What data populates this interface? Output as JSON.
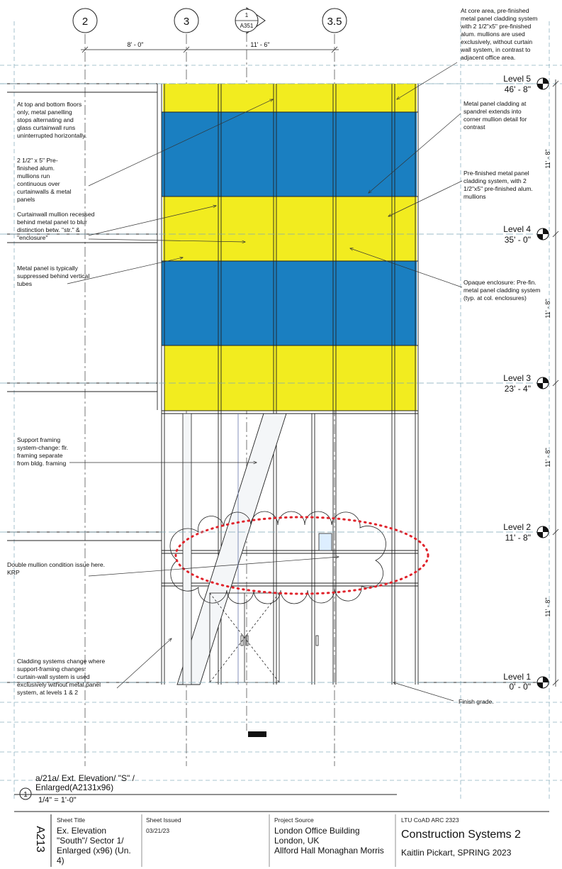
{
  "grid_lines": [
    "2",
    "3",
    "3.5"
  ],
  "section_marker": {
    "number": "1",
    "sheet": "A351"
  },
  "dimensions": {
    "span_2_3": "8' - 0\"",
    "span_3_35": "11' - 6\""
  },
  "levels": [
    {
      "name": "Level 5",
      "elevation": "46' - 8\""
    },
    {
      "name": "Level 4",
      "elevation": "35' - 0\""
    },
    {
      "name": "Level 3",
      "elevation": "23' - 4\""
    },
    {
      "name": "Level 2",
      "elevation": "11' - 8\""
    },
    {
      "name": "Level 1",
      "elevation": "0' - 0\""
    }
  ],
  "floor_heights": [
    "11' - 8\"",
    "11' - 8\"",
    "11' - 8\"",
    "11' - 8\""
  ],
  "notes": {
    "top_bottom": "At top and bottom floors only, metal panelling stops alternating and glass curtainwall runs uninterrupted horizontally.",
    "mullions": "2 1/2\" x 5\" Pre-finished alum. mullions run continuous over curtainwalls & metal panels",
    "recessed": "Curtainwall mullion recessed behind metal panel to blur distinction betw. \"str.\" & \"enclosure\"",
    "suppressed": "Metal panel is typically suppressed behind vertical tubes",
    "support": "Support framing system-change: flr. framing separate from bldg. framing",
    "double": "Double mullion condition issue here. KRP",
    "change": "Cladding systems change where support-framing changes: curtain-wall system is used exclusively without metal panel system, at levels 1 & 2",
    "core": "At core area, pre-finished metal panel cladding system with 2 1/2\"x5\" pre-finished alum. mullions are used exclusively, without curtain wall system, in contrast to adjacent office area.",
    "spandrel": "Metal panel cladding at spandrel extends into corner mullion detail for contrast",
    "prefinished": "Pre-finished metal panel cladding system, with 2 1/2\"x5\" pre-finished alum. mullions",
    "opaque": "Opaque enclosure: Pre-fin. metal panel cladding system (typ. at col. enclosures)",
    "grade": "Finish grade."
  },
  "view_title": {
    "number": "1",
    "line1": "a/21a/ Ext. Elevation/ \"S\" /",
    "line2": "Enlarged(A2131x96)",
    "scale": "1/4\" = 1'-0\""
  },
  "title_block": {
    "sheet_number": "A213",
    "sheet_title_label": "Sheet Title",
    "sheet_title": "Ex. Elevation\n\"South\"/ Sector 1/\nEnlarged (x96) (Un.\n4)",
    "sheet_issued_label": "Sheet Issued",
    "sheet_issued": "03/21/23",
    "project_source_label": "Project Source",
    "project_source": "London Office Building\nLondon, UK\nAllford Hall Monaghan Morris",
    "course": "LTU CoAD ARC 2323",
    "course_title": "Construction Systems 2",
    "author": "Kaitlin Pickart, SPRING 2023"
  },
  "colors": {
    "panel_yellow": "#f2ec1f",
    "panel_blue": "#1a7fc1",
    "cloud_red": "#e0232b",
    "grid_blue": "#7fa8b6"
  }
}
